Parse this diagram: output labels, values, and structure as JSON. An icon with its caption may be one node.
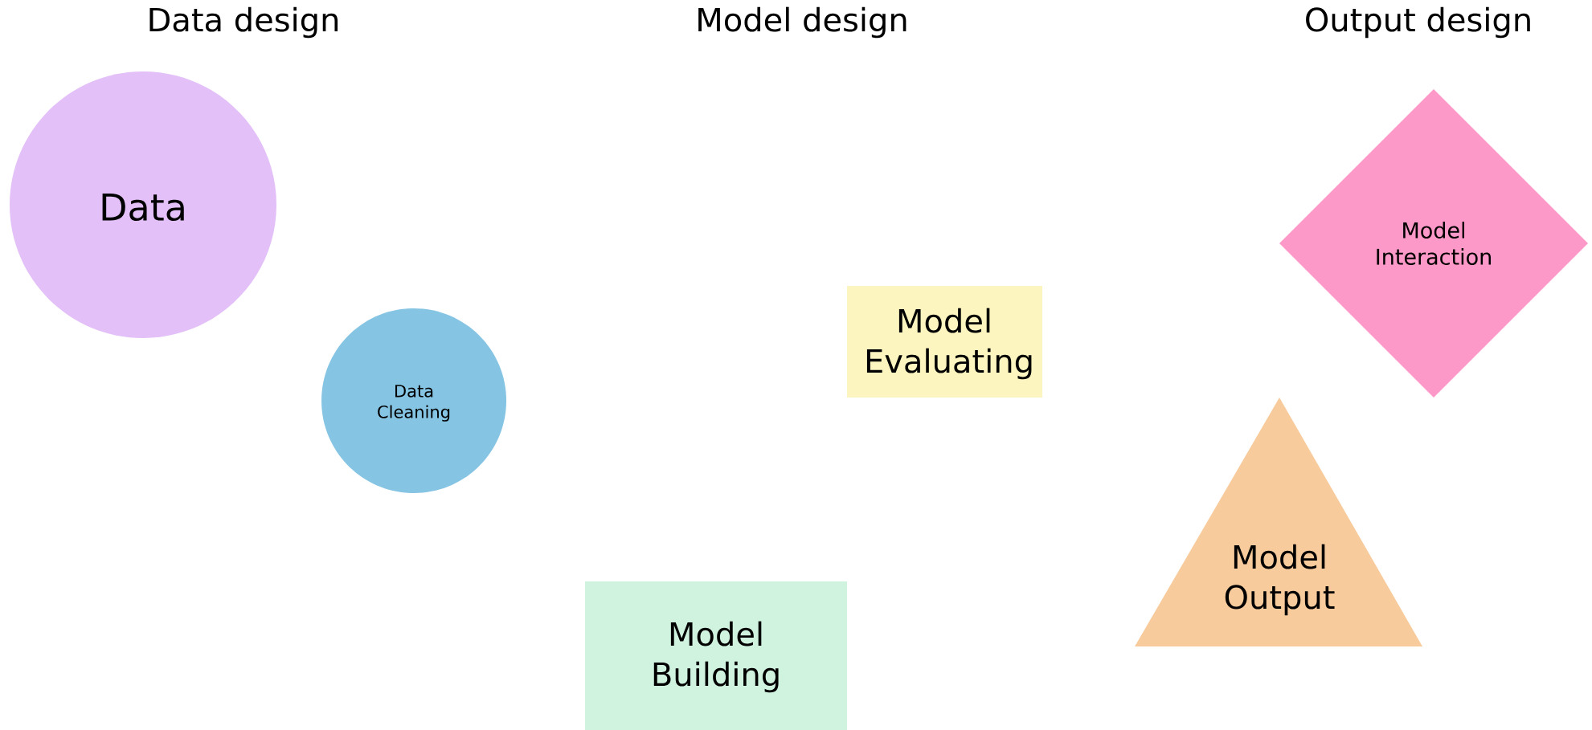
{
  "diagram": {
    "nodes": [
      {
        "text": [
          "Data"
        ]
      },
      {
        "text": [
          "Model Interaction"
        ]
      },
      {
        "text": [
          "Model Evaluating"
        ]
      },
      {
        "text": [
          "Data Cleaning"
        ]
      },
      {
        "text": [
          "Model Output"
        ]
      },
      {
        "text": [
          "Model Building"
        ]
      }
    ],
    "labels": [
      "Data design",
      "Model design",
      "Output design"
    ]
  }
}
